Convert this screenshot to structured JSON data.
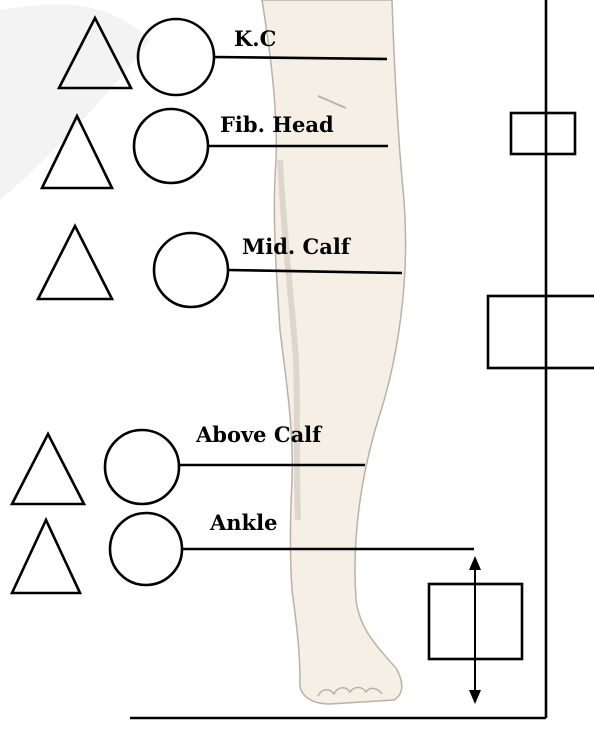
{
  "diagram": {
    "description_labels": {
      "kc": "K.C",
      "fib_head": "Fib. Head",
      "mid_calf": "Mid. Calf",
      "above_calf": "Above Calf",
      "ankle": "Ankle"
    },
    "colors": {
      "ink": "#000000",
      "leg_fill": "#f6efe6",
      "leg_outline": "#b9b2aa",
      "leg_shade": "#ddd6cd",
      "background": "#ffffff"
    },
    "icons": [
      "triangle-icon",
      "circle-icon",
      "rectangle-icon",
      "double-arrow-icon"
    ]
  }
}
